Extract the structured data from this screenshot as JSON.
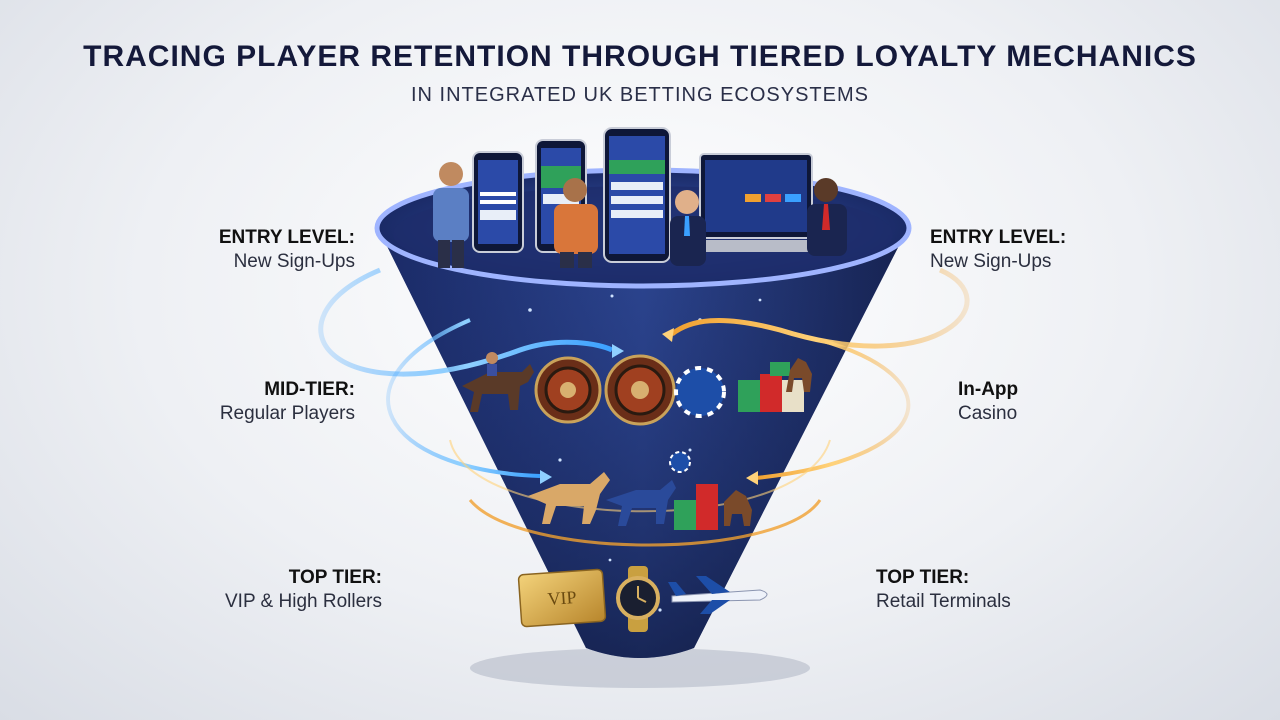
{
  "title": "TRACING PLAYER RETENTION THROUGH TIERED LOYALTY MECHANICS",
  "subtitle": "IN INTEGRATED UK BETTING ECOSYSTEMS",
  "labels": {
    "left_entry": {
      "head": "ENTRY LEVEL:",
      "sub": "New Sign-Ups"
    },
    "right_entry": {
      "head": "ENTRY LEVEL:",
      "sub": "New Sign-Ups"
    },
    "left_mid": {
      "head": "MID-TIER:",
      "sub": "Regular Players"
    },
    "right_mid": {
      "head": "In-App",
      "sub": "Casino"
    },
    "left_top": {
      "head": "TOP TIER:",
      "sub": "VIP & High Rollers"
    },
    "right_top": {
      "head": "TOP TIER:",
      "sub": "Retail Terminals"
    }
  },
  "vip_card_text": "VIP",
  "colors": {
    "funnel_dark": "#14204a",
    "funnel_mid": "#2a3f86",
    "arrow_blue": "#3aa0ff",
    "arrow_gold": "#f0a030",
    "title": "#14193a"
  },
  "icons": [
    "phone-icon",
    "laptop-icon",
    "roulette-icon",
    "chips-icon",
    "horse-icon",
    "vip-card-icon",
    "watch-icon",
    "airplane-icon"
  ]
}
